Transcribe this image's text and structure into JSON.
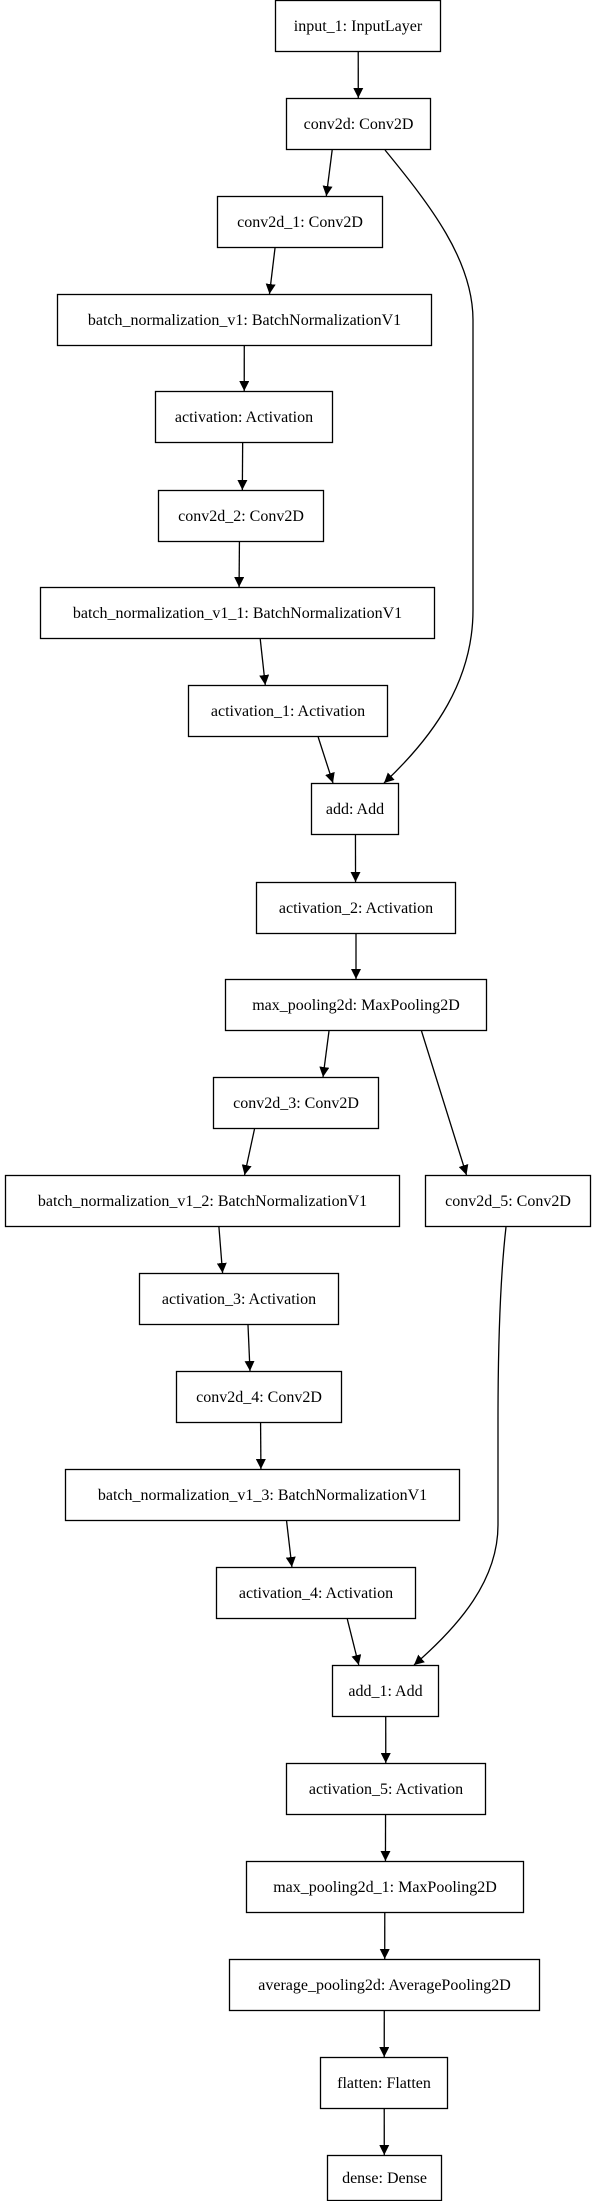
{
  "nodes": [
    {
      "id": "input_1",
      "label": "input_1: InputLayer"
    },
    {
      "id": "conv2d",
      "label": "conv2d: Conv2D"
    },
    {
      "id": "conv2d_1",
      "label": "conv2d_1: Conv2D"
    },
    {
      "id": "bn_v1",
      "label": "batch_normalization_v1: BatchNormalizationV1"
    },
    {
      "id": "activation",
      "label": "activation: Activation"
    },
    {
      "id": "conv2d_2",
      "label": "conv2d_2: Conv2D"
    },
    {
      "id": "bn_v1_1",
      "label": "batch_normalization_v1_1: BatchNormalizationV1"
    },
    {
      "id": "activation_1",
      "label": "activation_1: Activation"
    },
    {
      "id": "add",
      "label": "add: Add"
    },
    {
      "id": "activation_2",
      "label": "activation_2: Activation"
    },
    {
      "id": "max_pooling2d",
      "label": "max_pooling2d: MaxPooling2D"
    },
    {
      "id": "conv2d_3",
      "label": "conv2d_3: Conv2D"
    },
    {
      "id": "bn_v1_2",
      "label": "batch_normalization_v1_2: BatchNormalizationV1"
    },
    {
      "id": "conv2d_5",
      "label": "conv2d_5: Conv2D"
    },
    {
      "id": "activation_3",
      "label": "activation_3: Activation"
    },
    {
      "id": "conv2d_4",
      "label": "conv2d_4: Conv2D"
    },
    {
      "id": "bn_v1_3",
      "label": "batch_normalization_v1_3: BatchNormalizationV1"
    },
    {
      "id": "activation_4",
      "label": "activation_4: Activation"
    },
    {
      "id": "add_1",
      "label": "add_1: Add"
    },
    {
      "id": "activation_5",
      "label": "activation_5: Activation"
    },
    {
      "id": "max_pooling2d_1",
      "label": "max_pooling2d_1: MaxPooling2D"
    },
    {
      "id": "average_pooling2d",
      "label": "average_pooling2d: AveragePooling2D"
    },
    {
      "id": "flatten",
      "label": "flatten: Flatten"
    },
    {
      "id": "dense",
      "label": "dense: Dense"
    }
  ],
  "edges": [
    {
      "from": "input_1",
      "to": "conv2d"
    },
    {
      "from": "conv2d",
      "to": "conv2d_1"
    },
    {
      "from": "conv2d",
      "to": "add"
    },
    {
      "from": "conv2d_1",
      "to": "bn_v1"
    },
    {
      "from": "bn_v1",
      "to": "activation"
    },
    {
      "from": "activation",
      "to": "conv2d_2"
    },
    {
      "from": "conv2d_2",
      "to": "bn_v1_1"
    },
    {
      "from": "bn_v1_1",
      "to": "activation_1"
    },
    {
      "from": "activation_1",
      "to": "add"
    },
    {
      "from": "add",
      "to": "activation_2"
    },
    {
      "from": "activation_2",
      "to": "max_pooling2d"
    },
    {
      "from": "max_pooling2d",
      "to": "conv2d_3"
    },
    {
      "from": "max_pooling2d",
      "to": "conv2d_5"
    },
    {
      "from": "conv2d_3",
      "to": "bn_v1_2"
    },
    {
      "from": "bn_v1_2",
      "to": "activation_3"
    },
    {
      "from": "activation_3",
      "to": "conv2d_4"
    },
    {
      "from": "conv2d_4",
      "to": "bn_v1_3"
    },
    {
      "from": "bn_v1_3",
      "to": "activation_4"
    },
    {
      "from": "activation_4",
      "to": "add_1"
    },
    {
      "from": "conv2d_5",
      "to": "add_1"
    },
    {
      "from": "add_1",
      "to": "activation_5"
    },
    {
      "from": "activation_5",
      "to": "max_pooling2d_1"
    },
    {
      "from": "max_pooling2d_1",
      "to": "average_pooling2d"
    },
    {
      "from": "average_pooling2d",
      "to": "flatten"
    },
    {
      "from": "flatten",
      "to": "dense"
    }
  ]
}
